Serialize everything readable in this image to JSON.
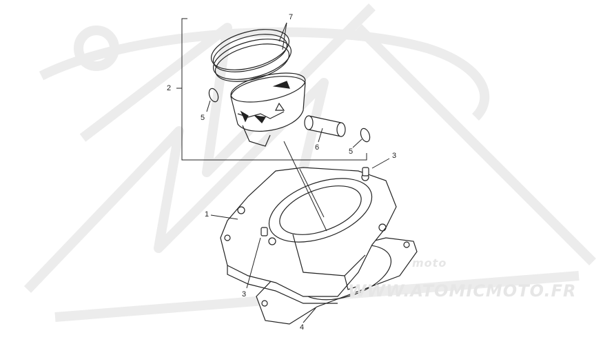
{
  "callouts": {
    "c1": "1",
    "c2": "2",
    "c3a": "3",
    "c3b": "3",
    "c4": "4",
    "c5a": "5",
    "c5b": "5",
    "c6": "6",
    "c7": "7"
  },
  "watermark": {
    "brand": "moto",
    "site": "WWW.ATOMICMOTO.FR"
  }
}
